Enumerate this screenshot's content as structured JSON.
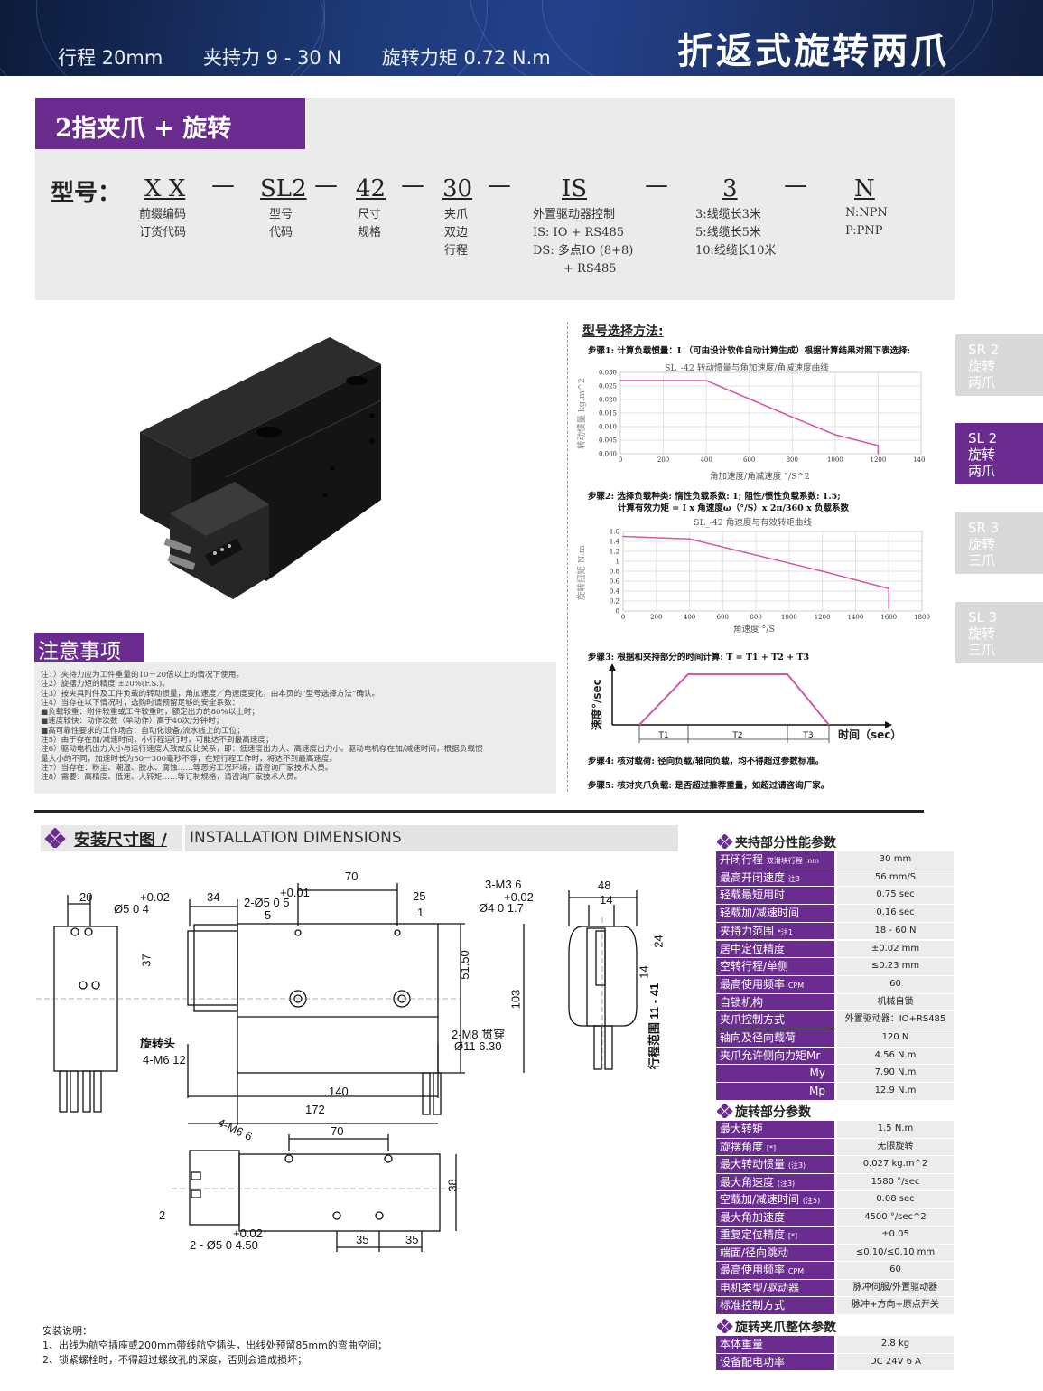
{
  "header": {
    "specs": [
      "行程 20mm",
      "夹持力 9 - 30 N",
      "旋转力矩  0.72  N.m"
    ],
    "title": "折返式旋转两爪"
  },
  "model": {
    "tab": "2指夹爪 + 旋转",
    "label": "型号：",
    "codes": [
      "X X",
      "SL2",
      "42",
      "30",
      "IS",
      "3",
      "N"
    ],
    "captions": {
      "xx": [
        "前缀编码",
        "订货代码"
      ],
      "sl2": [
        "型号",
        "代码"
      ],
      "size": [
        "尺寸",
        "规格"
      ],
      "stroke": [
        "夹爪",
        "双边",
        "行程"
      ],
      "driver": [
        "外置驱动器控制",
        "IS: IO + RS485",
        "DS:  多点IO (8+8)",
        "+ RS485"
      ],
      "cable": [
        "3:线缆长3米",
        "5:线缆长5米",
        "10:线缆长10米"
      ],
      "output": [
        "N:NPN",
        "P:PNP"
      ]
    }
  },
  "side_tabs": [
    {
      "l1": "SR 2",
      "l2": "旋转",
      "l3": "两爪",
      "active": false
    },
    {
      "l1": "SL 2",
      "l2": "旋转",
      "l3": "两爪",
      "active": true
    },
    {
      "l1": "SR 3",
      "l2": "旋转",
      "l3": "三爪",
      "active": false
    },
    {
      "l1": "SL 3",
      "l2": "旋转",
      "l3": "三爪",
      "active": false
    }
  ],
  "selection": {
    "title": "型号选择方法:",
    "step1": "步骤1: 计算负载惯量：I （可由设计软件自动计算生成）根据计算结果对照下表选择:",
    "step2a": "步骤2: 选择负载种类: 惰性负载系数: 1; 阻性/惯性负载系数: 1.5;",
    "step2b": "计算有效力矩 = I x  角速度ω（°/S）x 2π/360 x 负载系数",
    "step3": "步骤3: 根据和夹持部分的时间计算: T = T1 + T2 + T3",
    "step4": "步骤4: 核对载荷: 径向负载/轴向负载，均不得超过参数标准。",
    "step5": "步骤5: 核对夹爪负载: 是否超过推荐重量，如超过请咨询厂家。"
  },
  "chart_data": [
    {
      "type": "line",
      "title": "SL_-42 转动惯量与角加速度/角减速度曲线",
      "xlabel": "角加速度/角减速度 °/S^2",
      "ylabel": "转动惯量 kg.m^2",
      "x": [
        0,
        400,
        800,
        1000,
        1200,
        1200
      ],
      "y": [
        0.027,
        0.027,
        0.0135,
        0.007,
        0.003,
        0.0
      ],
      "xlim": [
        0,
        1400
      ],
      "ylim": [
        0,
        0.03
      ],
      "xticks": [
        "0",
        "200",
        "400",
        "600",
        "800",
        "1000",
        "1200",
        "1400"
      ],
      "yticks": [
        "0.000",
        "0.005",
        "0.010",
        "0.015",
        "0.020",
        "0.025",
        "0.030"
      ]
    },
    {
      "type": "line",
      "title": "SL_-42 角速度与有效转矩曲线",
      "xlabel": "角速度 °/S",
      "ylabel": "旋转扭矩 N.m",
      "x": [
        0,
        400,
        1200,
        1600,
        1600
      ],
      "y": [
        1.5,
        1.45,
        0.8,
        0.45,
        0.05
      ],
      "xlim": [
        0,
        1800
      ],
      "ylim": [
        0,
        1.6
      ],
      "xticks": [
        "0",
        "200",
        "400",
        "600",
        "800",
        "1000",
        "1200",
        "1400",
        "1600",
        "1800"
      ],
      "yticks": [
        "0",
        "0.2",
        "0.4",
        "0.6",
        "0.8",
        "1",
        "1.2",
        "1.4",
        "1.6"
      ]
    },
    {
      "type": "line",
      "title": "",
      "xlabel": "时间（sec）",
      "ylabel": "速度°/sec",
      "segments": [
        "T1",
        "T2",
        "T3"
      ]
    }
  ],
  "notes": {
    "title": "注意事项",
    "lines": [
      "注1）夹持力应为工件重量的10－20倍以上的情况下使用。",
      "注2）旋摆力矩的精度 ±20%(F.S.)。",
      "注3）按夹具附件及工件负载的转动惯量，角加速度／角速度变化，由本页的“型号选择方法”确认。",
      "注4）当存在以下情况时，选购时请预留足够的安全系数：",
      "  ■负载较重：附件较重或工件较重时，额定出力的80%以上时；",
      "  ■速度较快：动作次数（单动作）高于40次/分钟时；",
      "  ■高可靠性要求的工作场合：自动化设备/流水线上的工位；",
      "注5）由于存在加/减速时间，小行程运行时，可能达不到最高速度；",
      "注6）驱动电机出力大小与运行速度大致成反比关系，即：低速度出力大、高速度出力小。驱动电机存在加/减速时间，根据负载惯",
      "      量大小的不同，加速时长为50－300毫秒不等，在短行程工作时，将达不到最高速度。",
      "注7）当存在：粉尘、潮湿、胶水、腐蚀……等恶劣工况环境，请咨询厂家技术人员。",
      "注8）需要：高精度、低速、大转矩……等订制规格，请咨询厂家技术人员。"
    ]
  },
  "install": {
    "title_zh": "安装尺寸图 /",
    "title_en": "INSTALLATION DIMENSIONS",
    "dims": {
      "d20": "20",
      "d34": "34",
      "hole5": "Ø5    0      4",
      "tol": "+0.02",
      "d37": "37",
      "rothead": "旋转头",
      "m6": "4-M6    12",
      "d70": "70",
      "tol2": "+0.01",
      "hole5b": "2-Ø5    0      5",
      "d25": "25",
      "d5": "5",
      "d1": "1",
      "d5150": "51.50",
      "d103": "103",
      "m8": "2-M8    贯穿",
      "hole11": "Ø11    6.30",
      "d140": "140",
      "d172": "172",
      "m3": "3-M3    6",
      "tol3": "+0.02",
      "hole4": "Ø4    0      1.7",
      "d48": "48",
      "d14": "14",
      "d24": "24",
      "d14b": "14",
      "range": "行程范围 11 - 41",
      "m6b": "4-M6    6",
      "d70b": "70",
      "d38": "38",
      "d2": "2",
      "tol4": "+0.02",
      "hole5c": "2 - Ø5    0      4.50",
      "d35a": "35",
      "d35b": "35"
    },
    "notes_title": "安装说明：",
    "notes": [
      "1、出线为航空插座或200mm带线航空插头，出线处预留85mm的弯曲空间；",
      "2、锁紧螺栓时，不得超过螺纹孔的深度，否则会造成损坏；"
    ]
  },
  "tables": {
    "grip": {
      "title": "夹持部分性能参数",
      "rows": [
        {
          "k": "开闭行程",
          "u": "双滑块行程 mm",
          "v": "30 mm"
        },
        {
          "k": "最高开闭速度",
          "u": "注3",
          "v": "56  mm/S"
        },
        {
          "k": "轻载最短用时",
          "u": "",
          "v": "0.75 sec"
        },
        {
          "k": "轻载加/减速时间",
          "u": "",
          "v": "0.16 sec"
        },
        {
          "k": "夹持力范围",
          "u": "*注1",
          "v": "18 - 60 N"
        },
        {
          "k": "居中定位精度",
          "u": "",
          "v": "±0.02 mm"
        },
        {
          "k": "空转行程/单侧",
          "u": "",
          "v": "≤0.23 mm"
        },
        {
          "k": "最高使用频率",
          "u": "CPM",
          "v": "60"
        },
        {
          "k": "自锁机构",
          "u": "",
          "v": "机械自锁"
        },
        {
          "k": "夹爪控制方式",
          "u": "",
          "v": "外置驱动器：IO+RS485"
        },
        {
          "k": "轴向及径向载荷",
          "u": "",
          "v": "120 N"
        },
        {
          "k": "夹爪允许侧向力矩Mr",
          "u": "",
          "v": "4.56  N.m"
        },
        {
          "k": "My",
          "u": "",
          "v": "7.90 N.m"
        },
        {
          "k": "Mp",
          "u": "",
          "v": "12.9 N.m"
        }
      ]
    },
    "rotate": {
      "title": "旋转部分参数",
      "rows": [
        {
          "k": "最大转矩",
          "u": "",
          "v": "1.5 N.m"
        },
        {
          "k": "旋摆角度",
          "u": "[*]",
          "v": "无限旋转"
        },
        {
          "k": "最大转动惯量",
          "u": "(注3)",
          "v": "0.027  kg.m^2"
        },
        {
          "k": "最大角速度",
          "u": "(注3)",
          "v": "1580  °/sec"
        },
        {
          "k": "空载加/减速时间",
          "u": "(注5)",
          "v": "0.08 sec"
        },
        {
          "k": "最大角加速度",
          "u": "",
          "v": "4500  °/sec^2"
        },
        {
          "k": "重复定位精度",
          "u": "[*]",
          "v": "±0.05"
        },
        {
          "k": "端面/径向跳动",
          "u": "",
          "v": "≤0.10/≤0.10 mm"
        },
        {
          "k": "最高使用频率",
          "u": "CPM",
          "v": "60"
        },
        {
          "k": "电机类型/驱动器",
          "u": "",
          "v": "脉冲伺服/外置驱动器"
        },
        {
          "k": "标准控制方式",
          "u": "",
          "v": "脉冲+方向+原点开关"
        }
      ]
    },
    "overall": {
      "title": "旋转夹爪整体参数",
      "rows": [
        {
          "k": "本体重量",
          "u": "",
          "v": "2.8 kg"
        },
        {
          "k": "设备配电功率",
          "u": "",
          "v": "DC 24V  6 A"
        }
      ]
    }
  },
  "colors": {
    "accent": "#6a2d8f",
    "chart_line": "#d25aa0",
    "header_bg": "#1d3a78"
  }
}
